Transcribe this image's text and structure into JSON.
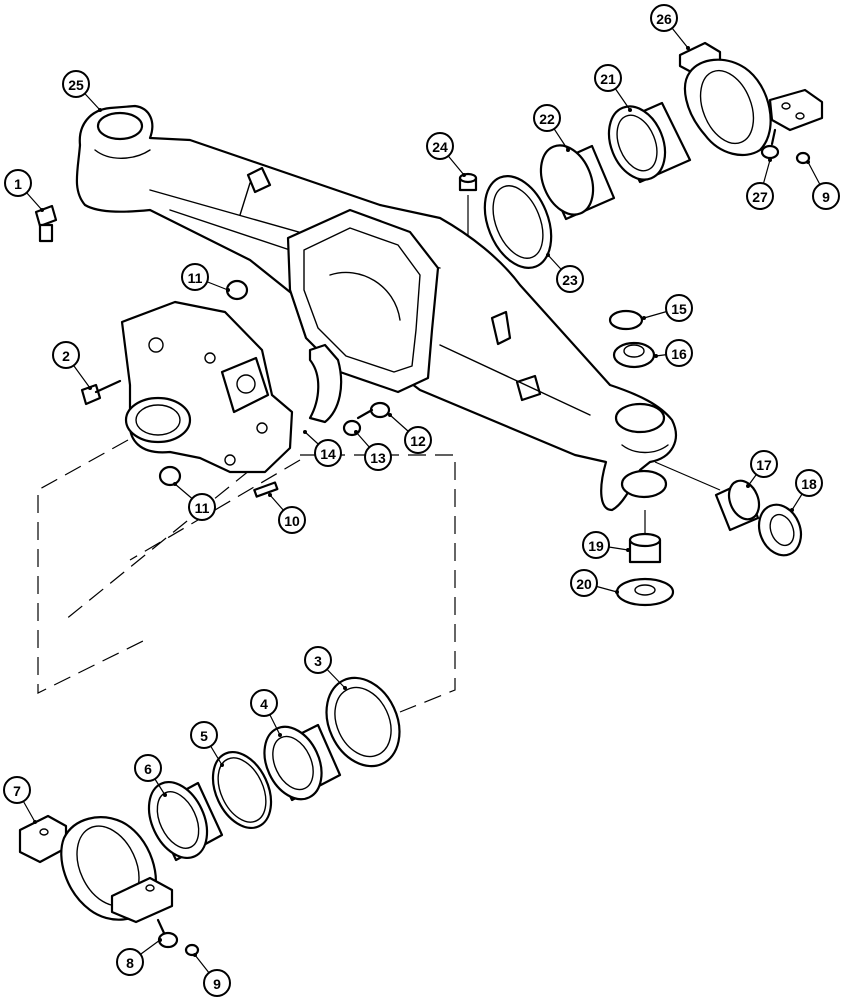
{
  "callouts": [
    {
      "label": "1"
    },
    {
      "label": "2"
    },
    {
      "label": "3"
    },
    {
      "label": "4"
    },
    {
      "label": "5"
    },
    {
      "label": "6"
    },
    {
      "label": "7"
    },
    {
      "label": "8"
    },
    {
      "label": "9"
    },
    {
      "label": "9"
    },
    {
      "label": "10"
    },
    {
      "label": "11"
    },
    {
      "label": "11"
    },
    {
      "label": "12"
    },
    {
      "label": "13"
    },
    {
      "label": "14"
    },
    {
      "label": "15"
    },
    {
      "label": "16"
    },
    {
      "label": "17"
    },
    {
      "label": "18"
    },
    {
      "label": "19"
    },
    {
      "label": "20"
    },
    {
      "label": "21"
    },
    {
      "label": "22"
    },
    {
      "label": "23"
    },
    {
      "label": "24"
    },
    {
      "label": "25"
    },
    {
      "label": "26"
    },
    {
      "label": "27"
    }
  ]
}
